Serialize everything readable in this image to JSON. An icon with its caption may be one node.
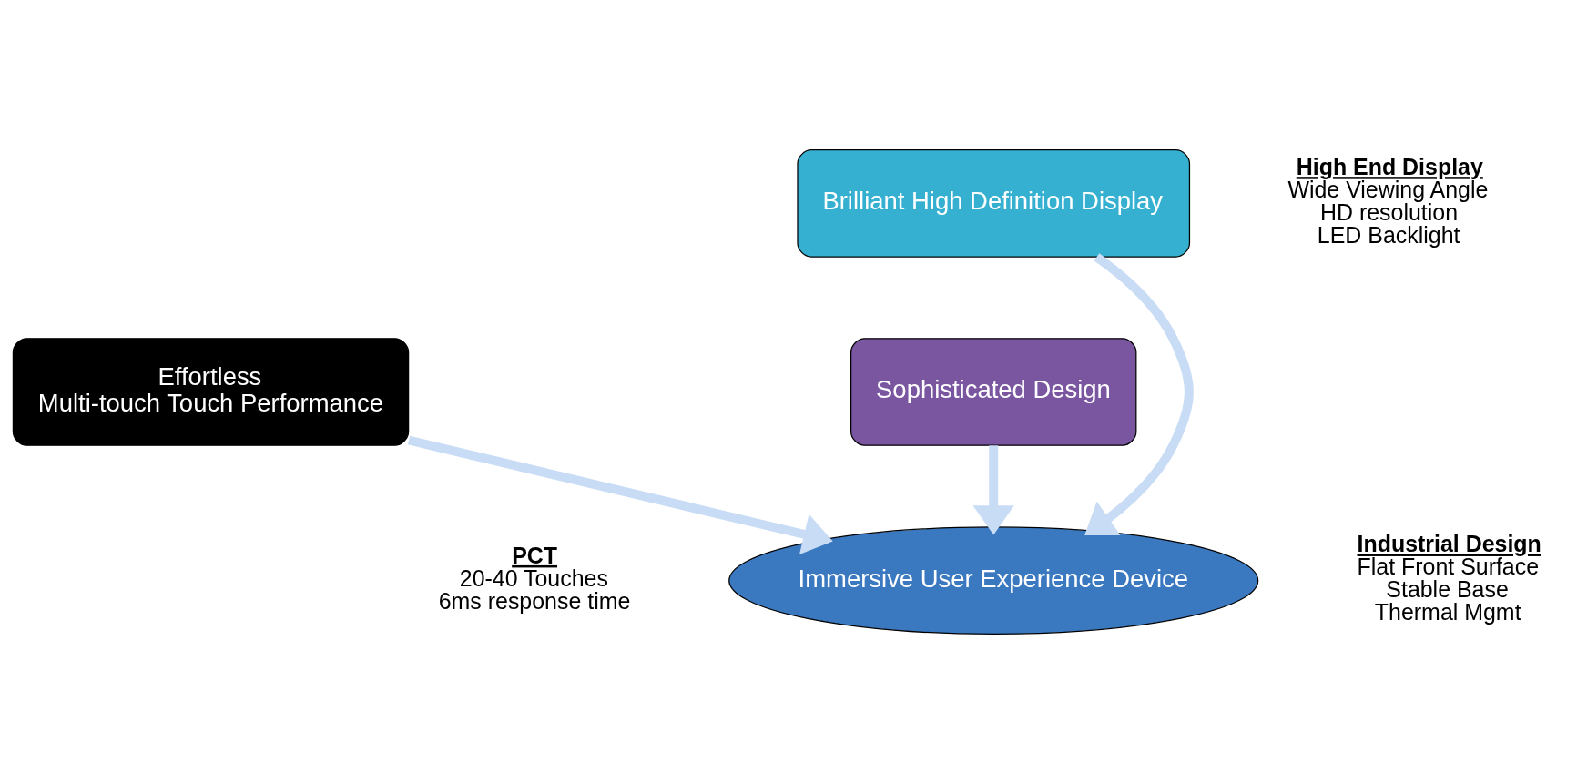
{
  "diagram": {
    "nodes": [
      {
        "text": [
          "Effortless",
          "Multi-touch Touch Performance"
        ],
        "beside": [
          "PCT",
          "20-40 Touches",
          "6ms response time"
        ]
      },
      {
        "text": [
          "Brilliant High Definition Display"
        ],
        "beside": [
          "High End Display",
          "Wide Viewing Angle",
          "HD resolution",
          "LED Backlight"
        ]
      },
      {
        "text": [
          "Sophisticated Design"
        ],
        "beside": [
          "Industrial Design",
          "Flat Front Surface",
          "Stable Base",
          "Thermal Mgmt"
        ]
      },
      {
        "text": [
          "Immersive User Experience Device"
        ]
      }
    ],
    "edges": [
      {
        "from": 0,
        "to": 3,
        "arrow": "to"
      },
      {
        "from": 1,
        "to": 3,
        "arrow": "to"
      },
      {
        "from": 2,
        "to": 3,
        "arrow": "to"
      }
    ]
  }
}
